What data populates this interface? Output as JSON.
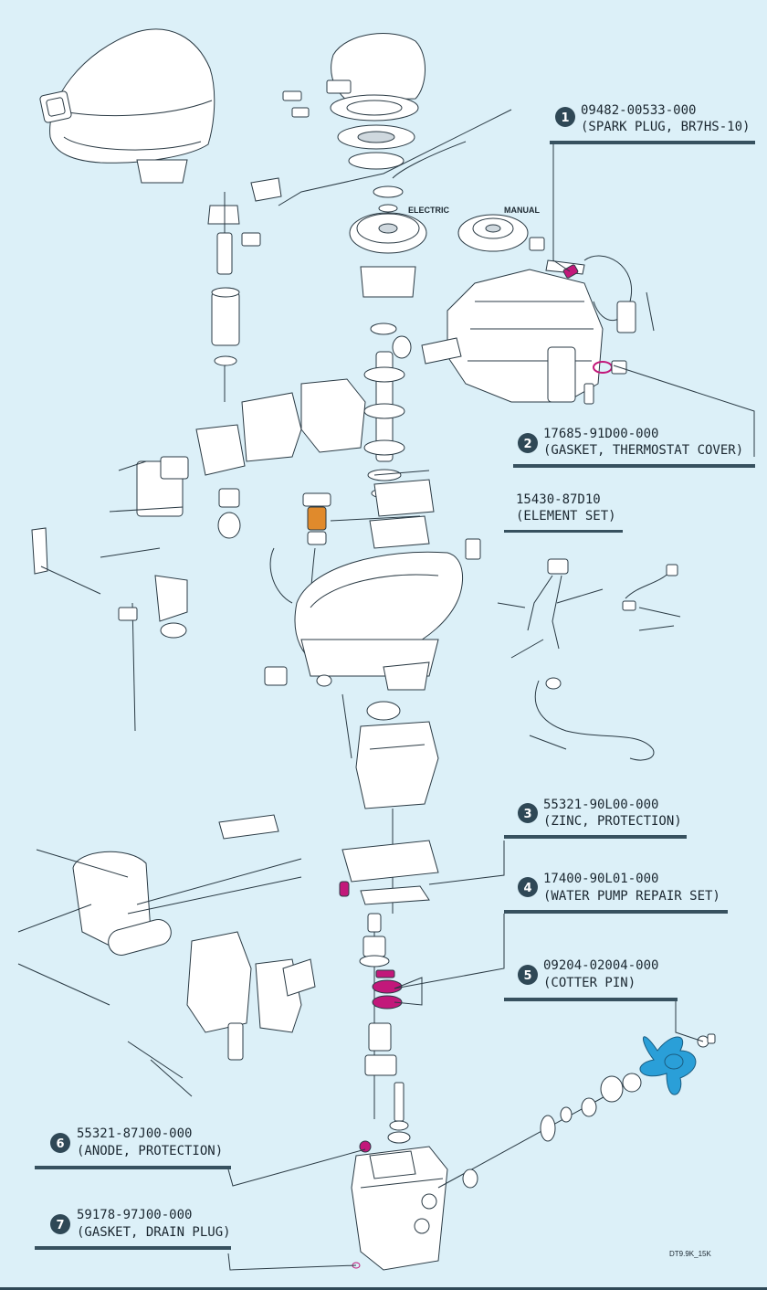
{
  "labels": {
    "electric": "ELECTRIC",
    "manual": "MANUAL",
    "figure_ref": "DT9.9K_15K"
  },
  "element_set": {
    "code": "15430-87D10",
    "name": "(ELEMENT SET)"
  },
  "callouts": [
    {
      "num": "1",
      "code": "09482-00533-000",
      "name": "(SPARK PLUG, BR7HS-10)"
    },
    {
      "num": "2",
      "code": "17685-91D00-000",
      "name": "(GASKET, THERMOSTAT COVER)"
    },
    {
      "num": "3",
      "code": "55321-90L00-000",
      "name": "(ZINC, PROTECTION)"
    },
    {
      "num": "4",
      "code": "17400-90L01-000",
      "name": "(WATER PUMP REPAIR SET)"
    },
    {
      "num": "5",
      "code": "09204-02004-000",
      "name": "(COTTER PIN)"
    },
    {
      "num": "6",
      "code": "55321-87J00-000",
      "name": "(ANODE, PROTECTION)"
    },
    {
      "num": "7",
      "code": "59178-97J00-000",
      "name": "(GASKET, DRAIN PLUG)"
    }
  ],
  "colors": {
    "background": "#dcf0f8",
    "highlight_magenta": "#c2187a",
    "highlight_orange": "#e08a2c",
    "highlight_propeller": "#2a9fd8",
    "callout_bar": "#37515f"
  }
}
